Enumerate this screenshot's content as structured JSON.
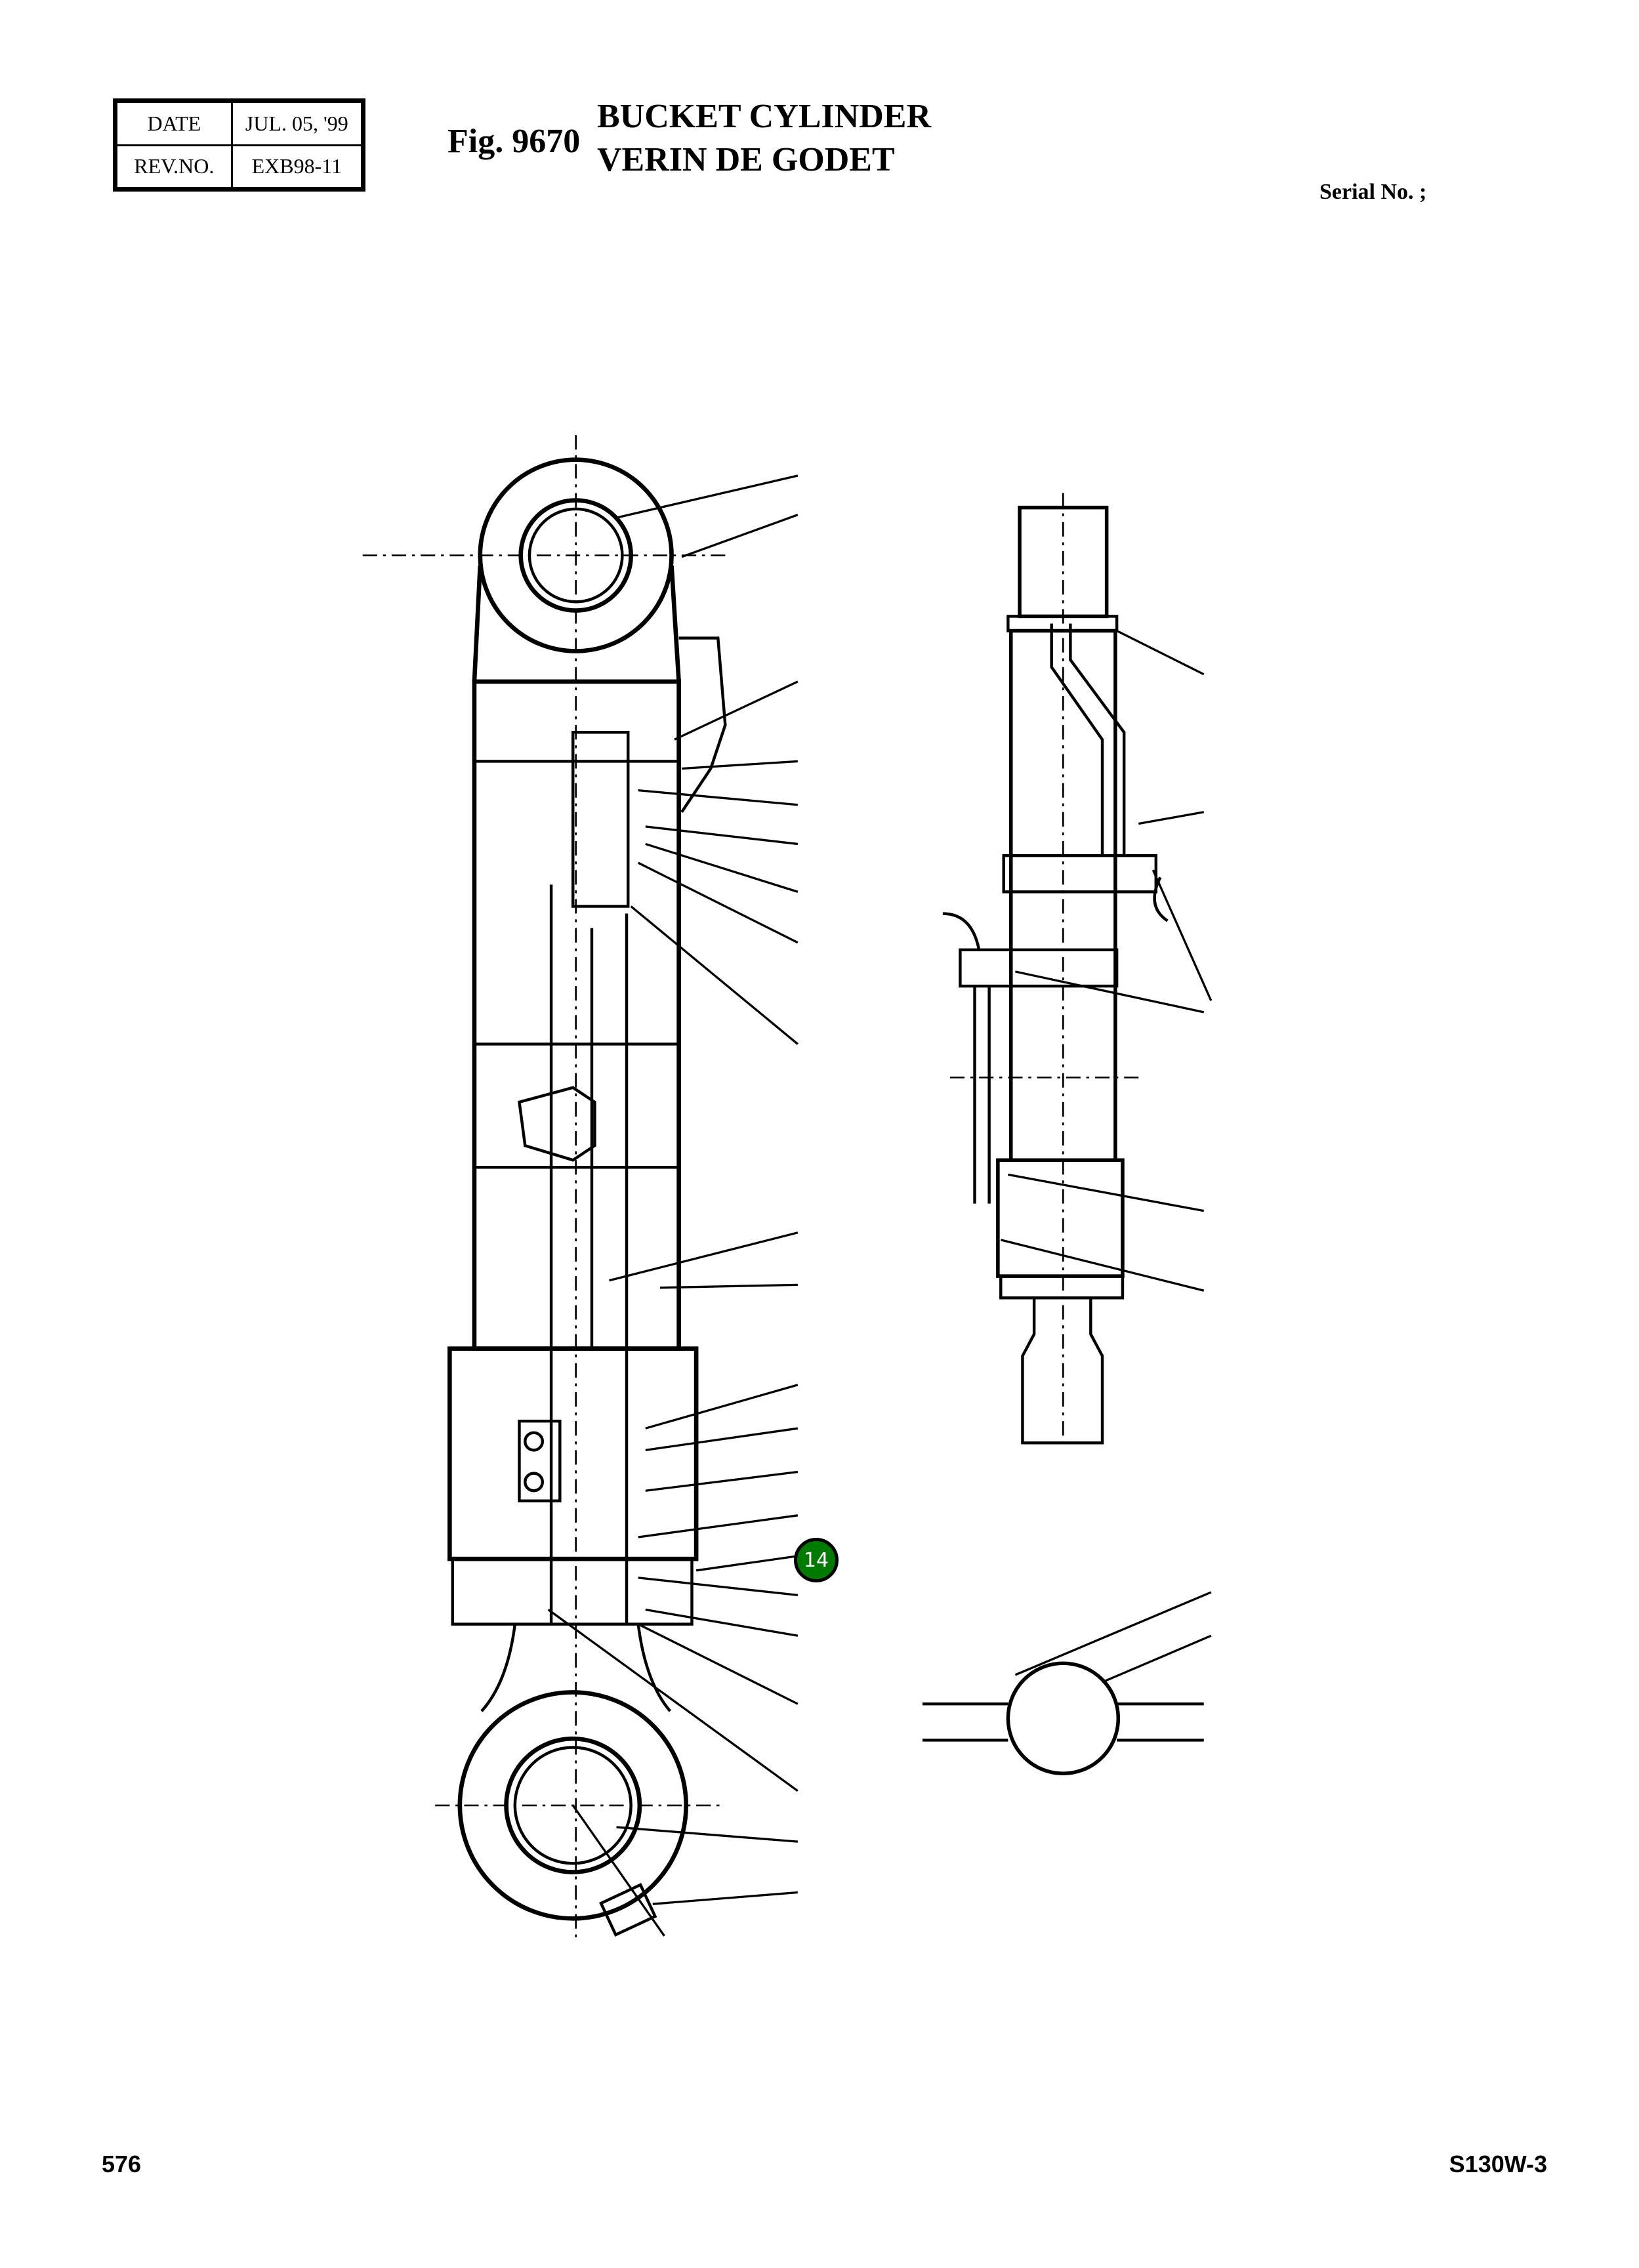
{
  "revision_table": {
    "date_label": "DATE",
    "date_value": "JUL. 05, '99",
    "rev_label": "REV.NO.",
    "rev_value": "EXB98-11"
  },
  "figure": {
    "number": "Fig. 9670",
    "title_en": "BUCKET CYLINDER",
    "title_fr": "VERIN DE GODET"
  },
  "serial_label": "Serial No. ;",
  "callout_badge": {
    "label": "14",
    "color": "#007a00"
  },
  "footer": {
    "page_number": "576",
    "model": "S130W-3"
  }
}
